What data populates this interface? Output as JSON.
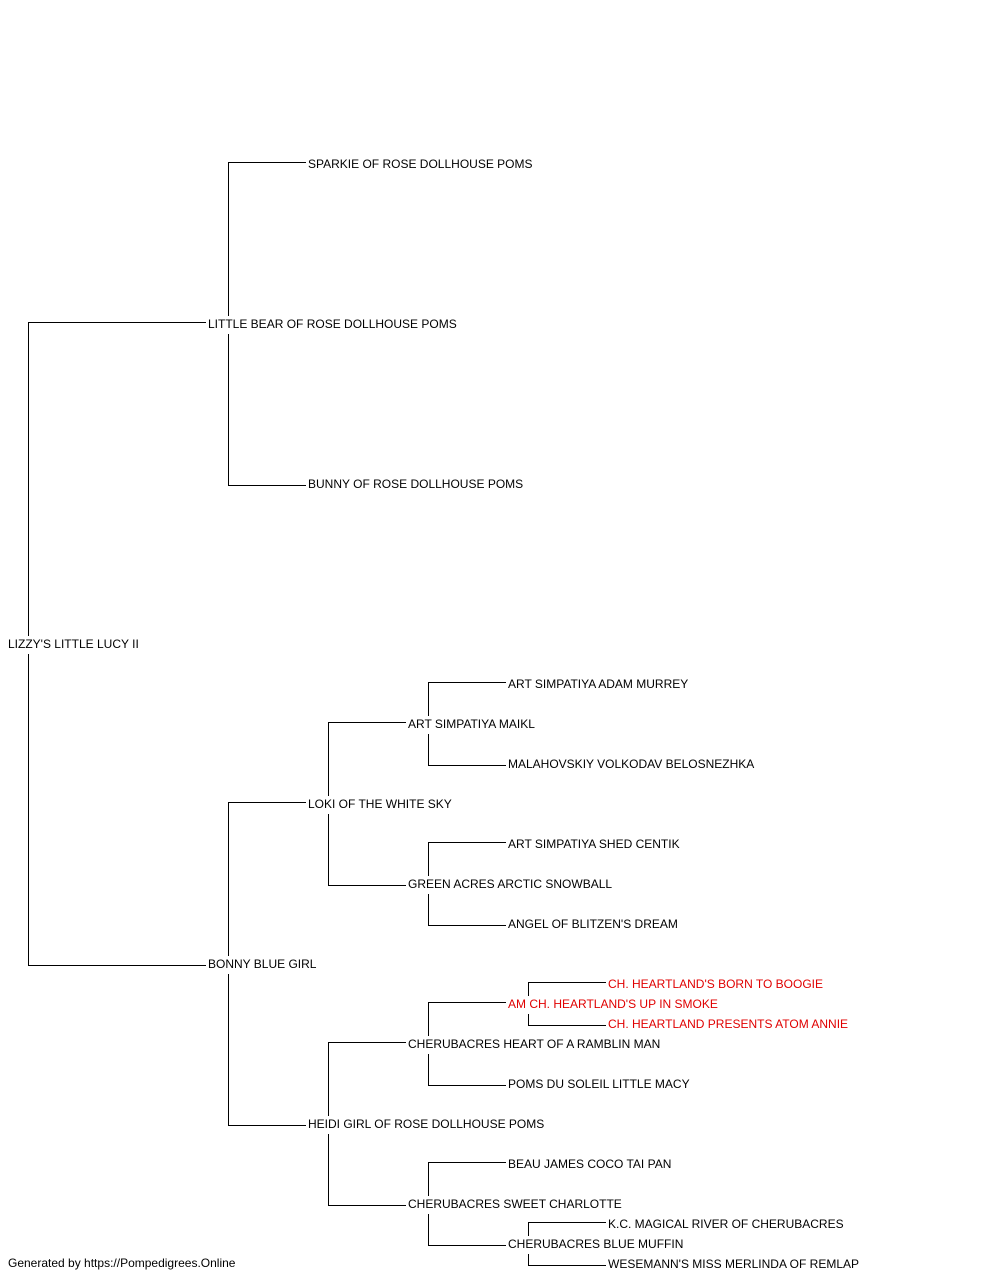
{
  "colors": {
    "line": "#000000",
    "normal": "#000000",
    "champion": "#e00000"
  },
  "dogs": {
    "subject": {
      "name": "LIZZY'S LITTLE LUCY II",
      "champion": false
    },
    "sire": {
      "name": "LITTLE BEAR OF ROSE DOLLHOUSE POMS",
      "champion": false
    },
    "sire_sire": {
      "name": "SPARKIE OF ROSE DOLLHOUSE POMS",
      "champion": false
    },
    "sire_dam": {
      "name": "BUNNY OF ROSE DOLLHOUSE POMS",
      "champion": false
    },
    "dam": {
      "name": "BONNY BLUE GIRL",
      "champion": false
    },
    "dam_sire": {
      "name": "LOKI OF THE WHITE SKY",
      "champion": false
    },
    "dam_sire_sire": {
      "name": "ART SIMPATIYA MAIKL",
      "champion": false
    },
    "dam_sire_sire_sire": {
      "name": "ART SIMPATIYA ADAM MURREY",
      "champion": false
    },
    "dam_sire_sire_dam": {
      "name": "MALAHOVSKIY VOLKODAV BELOSNEZHKA",
      "champion": false
    },
    "dam_sire_dam": {
      "name": "GREEN ACRES ARCTIC SNOWBALL",
      "champion": false
    },
    "dam_sire_dam_sire": {
      "name": "ART SIMPATIYA SHED CENTIK",
      "champion": false
    },
    "dam_sire_dam_dam": {
      "name": "ANGEL OF BLITZEN'S DREAM",
      "champion": false
    },
    "dam_dam": {
      "name": "HEIDI GIRL OF ROSE DOLLHOUSE POMS",
      "champion": false
    },
    "dam_dam_sire": {
      "name": "CHERUBACRES HEART OF A RAMBLIN MAN",
      "champion": false
    },
    "dam_dam_sire_sire": {
      "name": "AM CH. HEARTLAND'S UP IN SMOKE",
      "champion": true
    },
    "dam_dam_sire_sire_sire": {
      "name": "CH. HEARTLAND'S BORN TO BOOGIE",
      "champion": true
    },
    "dam_dam_sire_sire_dam": {
      "name": "CH. HEARTLAND PRESENTS ATOM ANNIE",
      "champion": true
    },
    "dam_dam_sire_dam": {
      "name": "POMS DU SOLEIL LITTLE MACY",
      "champion": false
    },
    "dam_dam_dam": {
      "name": "CHERUBACRES SWEET CHARLOTTE",
      "champion": false
    },
    "dam_dam_dam_sire": {
      "name": "BEAU JAMES COCO TAI PAN",
      "champion": false
    },
    "dam_dam_dam_dam": {
      "name": "CHERUBACRES BLUE MUFFIN",
      "champion": false
    },
    "dam_dam_dam_dam_sire": {
      "name": "K.C. MAGICAL RIVER OF CHERUBACRES",
      "champion": false
    },
    "dam_dam_dam_dam_dam": {
      "name": "WESEMANN'S MISS MERLINDA OF REMLAP",
      "champion": false
    }
  },
  "footer": {
    "text": "Generated by https://Pompedigrees.Online"
  }
}
